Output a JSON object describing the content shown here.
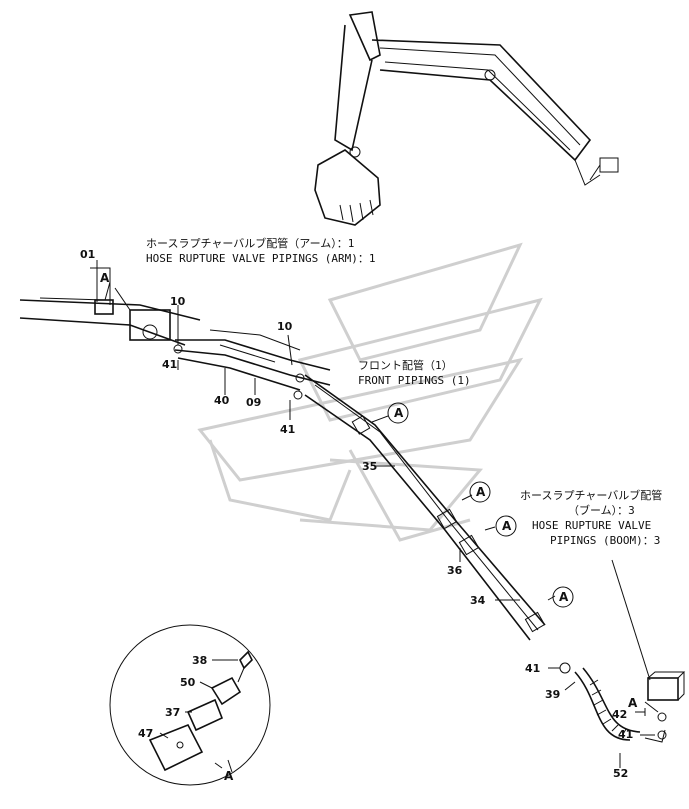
{
  "labels": {
    "arm_jp": "ホースラプチャーバルブ配管（アーム）：1",
    "arm_en": "HOSE RUPTURE VALVE PIPINGS (ARM)：1",
    "front_jp": "フロント配管（1）",
    "front_en": "FRONT PIPINGS (1)",
    "boom_jp1": "ホースラプチャーバルブ配管",
    "boom_jp2": "（ブーム）：3",
    "boom_en1": "HOSE RUPTURE VALVE",
    "boom_en2": "PIPINGS (BOOM)：3"
  },
  "callout_letter": "A",
  "parts": {
    "p01": "01",
    "p10a": "10",
    "p10b": "10",
    "p41a": "41",
    "p41b": "41",
    "p41c": "41",
    "p41d": "41",
    "p40": "40",
    "p09": "09",
    "p35": "35",
    "p36": "36",
    "p34": "34",
    "p39": "39",
    "p42": "42",
    "p52": "52",
    "p38": "38",
    "p50": "50",
    "p37": "37",
    "p47": "47"
  },
  "letters": {
    "a_top": "A",
    "a1": "A",
    "a2": "A",
    "a3": "A",
    "a4": "A",
    "a_right": "A",
    "a_detail": "A"
  }
}
